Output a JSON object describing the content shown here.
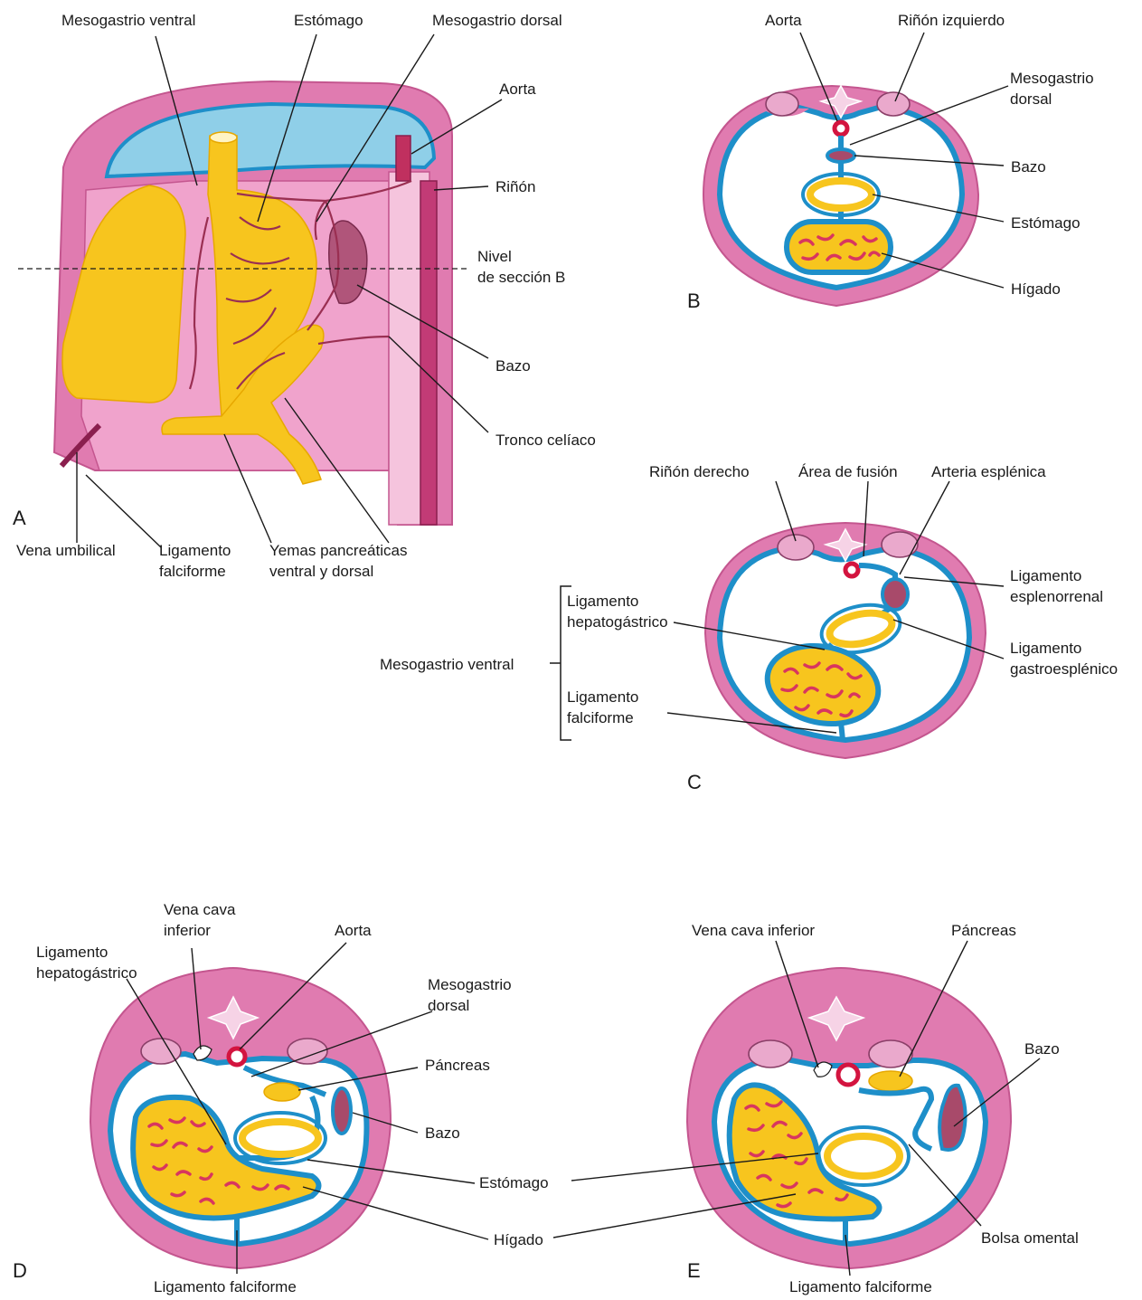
{
  "panels": {
    "a": {
      "letter": "A",
      "labels": {
        "mesogastrio_ventral": "Mesogastrio ventral",
        "estomago": "Estómago",
        "mesogastrio_dorsal": "Mesogastrio dorsal",
        "aorta": "Aorta",
        "rinon": "Riñón",
        "nivel_1": "Nivel",
        "nivel_2": "de sección B",
        "bazo": "Bazo",
        "tronco": "Tronco celíaco",
        "vena_umbilical": "Vena umbilical",
        "lig_falc_1": "Ligamento",
        "lig_falc_2": "falciforme",
        "yemas_1": "Yemas pancreáticas",
        "yemas_2": "ventral y dorsal"
      }
    },
    "b": {
      "letter": "B",
      "labels": {
        "aorta": "Aorta",
        "rinon_izq": "Riñón izquierdo",
        "meso_dorsal_1": "Mesogastrio",
        "meso_dorsal_2": "dorsal",
        "bazo": "Bazo",
        "estomago": "Estómago",
        "higado": "Hígado"
      }
    },
    "c": {
      "letter": "C",
      "labels": {
        "rinon_der": "Riñón derecho",
        "area_fusion": "Área de fusión",
        "arteria_esp": "Arteria esplénica",
        "lig_esp_1": "Ligamento",
        "lig_esp_2": "esplenorrenal",
        "lig_hep_1": "Ligamento",
        "lig_hep_2": "hepatogástrico",
        "meso_ventral": "Mesogastrio ventral",
        "lig_gastro_1": "Ligamento",
        "lig_gastro_2": "gastroesplénico",
        "lig_falc_1": "Ligamento",
        "lig_falc_2": "falciforme"
      }
    },
    "d": {
      "letter": "D",
      "labels": {
        "lig_hep_1": "Ligamento",
        "lig_hep_2": "hepatogástrico",
        "vena_cava_1": "Vena cava",
        "vena_cava_2": "inferior",
        "aorta": "Aorta",
        "meso_dorsal_1": "Mesogastrio",
        "meso_dorsal_2": "dorsal",
        "pancreas": "Páncreas",
        "bazo": "Bazo",
        "estomago": "Estómago",
        "higado": "Hígado",
        "lig_falc": "Ligamento falciforme"
      }
    },
    "e": {
      "letter": "E",
      "labels": {
        "vena_cava": "Vena cava inferior",
        "pancreas": "Páncreas",
        "bazo": "Bazo",
        "bolsa": "Bolsa omental",
        "lig_falc": "Ligamento falciforme"
      }
    }
  },
  "colors": {
    "body_wall": "#e07bb0",
    "membrane": "#1e8fc9",
    "liver": "#f7c51e",
    "liver_streaks": "#d8365f",
    "spleen": "#a84a6a",
    "aorta": "#d3143f"
  }
}
